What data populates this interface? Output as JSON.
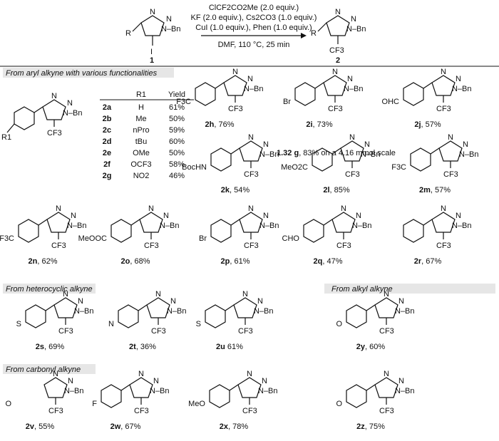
{
  "reaction": {
    "reagent_line1": "ClCF2CO2Me (2.0 equiv.)",
    "reagent_line2": "KF (2.0 equiv.), Cs2CO3 (1.0 equiv.)",
    "reagent_line3": "CuI (1.0 equiv.), Phen (1.0 equiv.)",
    "conditions": "DMF, 110 °C, 25 min",
    "start_label": "1",
    "product_label": "2",
    "start_R": "R",
    "start_I": "I"
  },
  "atoms": {
    "N": "N",
    "Bn": "N–Bn",
    "CF3": "CF3",
    "R1": "R1"
  },
  "sections": {
    "aryl": "From aryl alkyne with various functionalities",
    "hetero": "From heterocyclic alkyne",
    "alkyl": "From alkyl alkyne",
    "carbonyl": "From carbonyl alkyne"
  },
  "table": {
    "headers": [
      "",
      "R1",
      "Yield"
    ],
    "rows": [
      [
        "2a",
        "H",
        "61%"
      ],
      [
        "2b",
        "Me",
        "50%"
      ],
      [
        "2c",
        "nPro",
        "59%"
      ],
      [
        "2d",
        "tBu",
        "60%"
      ],
      [
        "2e",
        "OMe",
        "50%"
      ],
      [
        "2f",
        "OCF3",
        "58%"
      ],
      [
        "2g",
        "NO2",
        "46%"
      ]
    ]
  },
  "compounds": [
    {
      "id": "2h",
      "yield": ", 76%",
      "sub": "F3C"
    },
    {
      "id": "2i",
      "yield": ", 73%",
      "sub": "Br"
    },
    {
      "id": "2j",
      "yield": ", 57%",
      "sub": "OHC"
    },
    {
      "id": "2k",
      "yield": ", 54%",
      "sub": "BocHN"
    },
    {
      "id": "2l",
      "yield": ", 85%",
      "sub": "MeO2C"
    },
    {
      "id": "2m",
      "yield": ", 57%",
      "sub": "F3C"
    },
    {
      "id": "2n",
      "yield": ", 62%",
      "sub": "F3C"
    },
    {
      "id": "2o",
      "yield": ", 68%",
      "sub": "MeOOC"
    },
    {
      "id": "2p",
      "yield": ", 61%",
      "sub": "Br"
    },
    {
      "id": "2q",
      "yield": ", 47%",
      "sub": "CHO"
    },
    {
      "id": "2r",
      "yield": ", 67%",
      "sub": ""
    },
    {
      "id": "2s",
      "yield": ", 69%",
      "sub": "S"
    },
    {
      "id": "2t",
      "yield": ", 36%",
      "sub": "N"
    },
    {
      "id": "2u",
      "yield": "  61%",
      "sub": "S"
    },
    {
      "id": "2y",
      "yield": ", 60%",
      "sub": "O"
    },
    {
      "id": "2v",
      "yield": ", 55%",
      "sub": "O"
    },
    {
      "id": "2w",
      "yield": ", 67%",
      "sub": "F"
    },
    {
      "id": "2x",
      "yield": ", 78%",
      "sub": "MeO"
    },
    {
      "id": "2z",
      "yield": ", 75%",
      "sub": "O"
    }
  ],
  "scale_note": {
    "bold": "1.32 g",
    "rest": ", 83% on a 4.16 mmol scale"
  },
  "extra_labels": {
    "cf3_2n": "CF3",
    "cf3_2m": "F3C",
    "me1": "Me",
    "me2": "Me"
  }
}
